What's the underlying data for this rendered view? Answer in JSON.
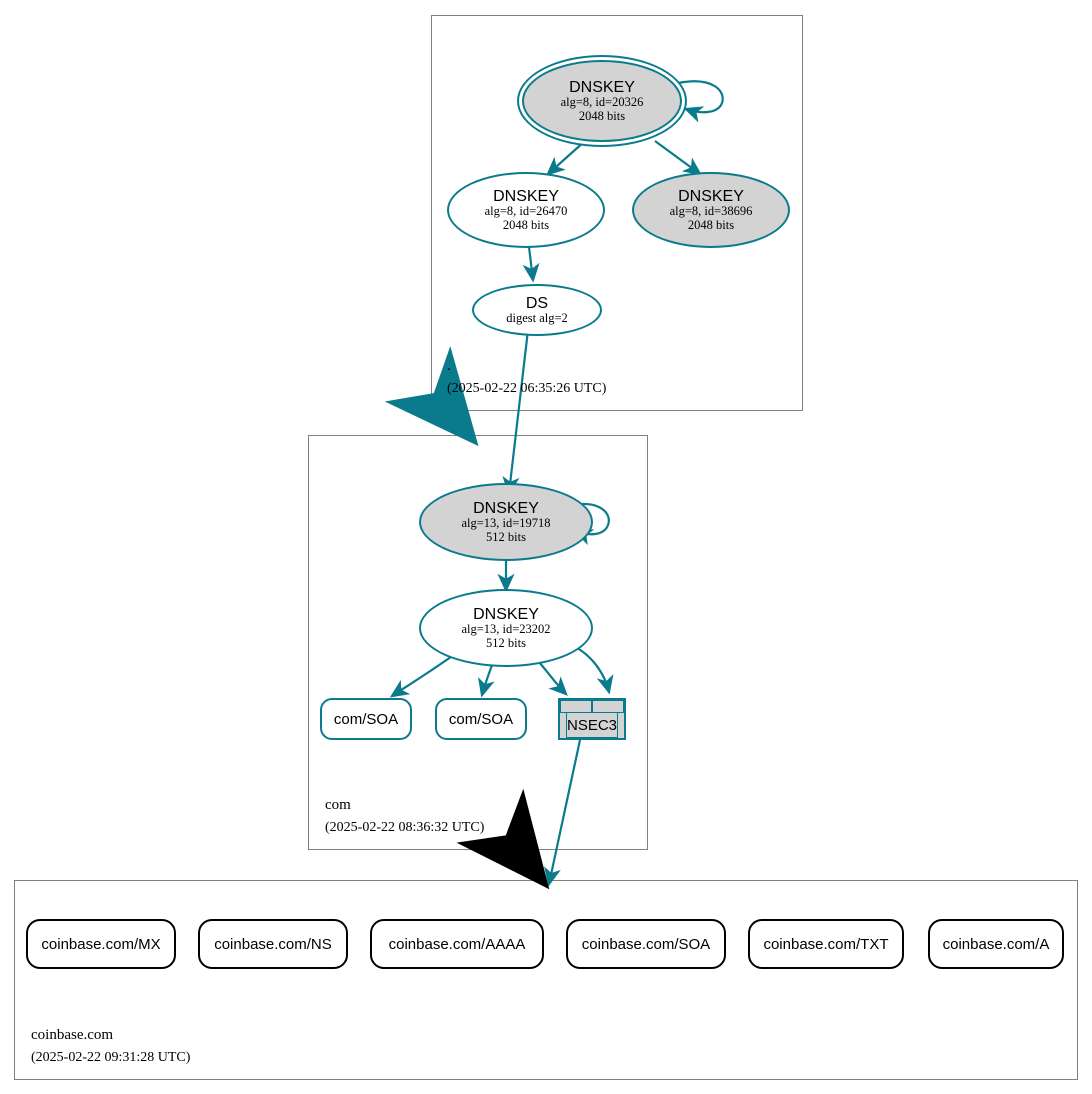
{
  "diagram": {
    "type": "dnssec-authentication-chain",
    "colors": {
      "secure_edge": "#0a7b8c",
      "insecure_edge": "#000000",
      "sep_fill": "#d3d3d3",
      "zone_border": "#808080"
    }
  },
  "zones": [
    {
      "name": "root-zone",
      "label": ".",
      "timestamp": "(2025-02-22 06:35:26 UTC)",
      "nodes": [
        {
          "id": "root-ksk-20326",
          "kind": "DNSKEY",
          "title": "DNSKEY",
          "line2": "alg=8, id=20326",
          "line3": "2048 bits",
          "trust_anchor": true,
          "sep": true
        },
        {
          "id": "root-zsk-26470",
          "kind": "DNSKEY",
          "title": "DNSKEY",
          "line2": "alg=8, id=26470",
          "line3": "2048 bits",
          "trust_anchor": false,
          "sep": false
        },
        {
          "id": "root-ksk-38696",
          "kind": "DNSKEY",
          "title": "DNSKEY",
          "line2": "alg=8, id=38696",
          "line3": "2048 bits",
          "trust_anchor": false,
          "sep": true
        },
        {
          "id": "root-ds",
          "kind": "DS",
          "title": "DS",
          "line2": "digest alg=2",
          "line3": "",
          "trust_anchor": false,
          "sep": false
        }
      ]
    },
    {
      "name": "com-zone",
      "label": "com",
      "timestamp": "(2025-02-22 08:36:32 UTC)",
      "nodes": [
        {
          "id": "com-ksk-19718",
          "kind": "DNSKEY",
          "title": "DNSKEY",
          "line2": "alg=13, id=19718",
          "line3": "512 bits",
          "trust_anchor": false,
          "sep": true
        },
        {
          "id": "com-zsk-23202",
          "kind": "DNSKEY",
          "title": "DNSKEY",
          "line2": "alg=13, id=23202",
          "line3": "512 bits",
          "trust_anchor": false,
          "sep": false
        },
        {
          "id": "com-soa-1",
          "kind": "RRSET",
          "title": "com/SOA"
        },
        {
          "id": "com-soa-2",
          "kind": "RRSET",
          "title": "com/SOA"
        },
        {
          "id": "com-nsec3",
          "kind": "NSEC3",
          "title": "NSEC3"
        }
      ]
    },
    {
      "name": "coinbase-zone",
      "label": "coinbase.com",
      "timestamp": "(2025-02-22 09:31:28 UTC)",
      "nodes": [
        {
          "id": "cb-mx",
          "kind": "RRSET",
          "title": "coinbase.com/MX",
          "secure": false
        },
        {
          "id": "cb-ns",
          "kind": "RRSET",
          "title": "coinbase.com/NS",
          "secure": false
        },
        {
          "id": "cb-aaaa",
          "kind": "RRSET",
          "title": "coinbase.com/AAAA",
          "secure": false
        },
        {
          "id": "cb-soa",
          "kind": "RRSET",
          "title": "coinbase.com/SOA",
          "secure": false
        },
        {
          "id": "cb-txt",
          "kind": "RRSET",
          "title": "coinbase.com/TXT",
          "secure": false
        },
        {
          "id": "cb-a",
          "kind": "RRSET",
          "title": "coinbase.com/A",
          "secure": false
        }
      ]
    }
  ]
}
